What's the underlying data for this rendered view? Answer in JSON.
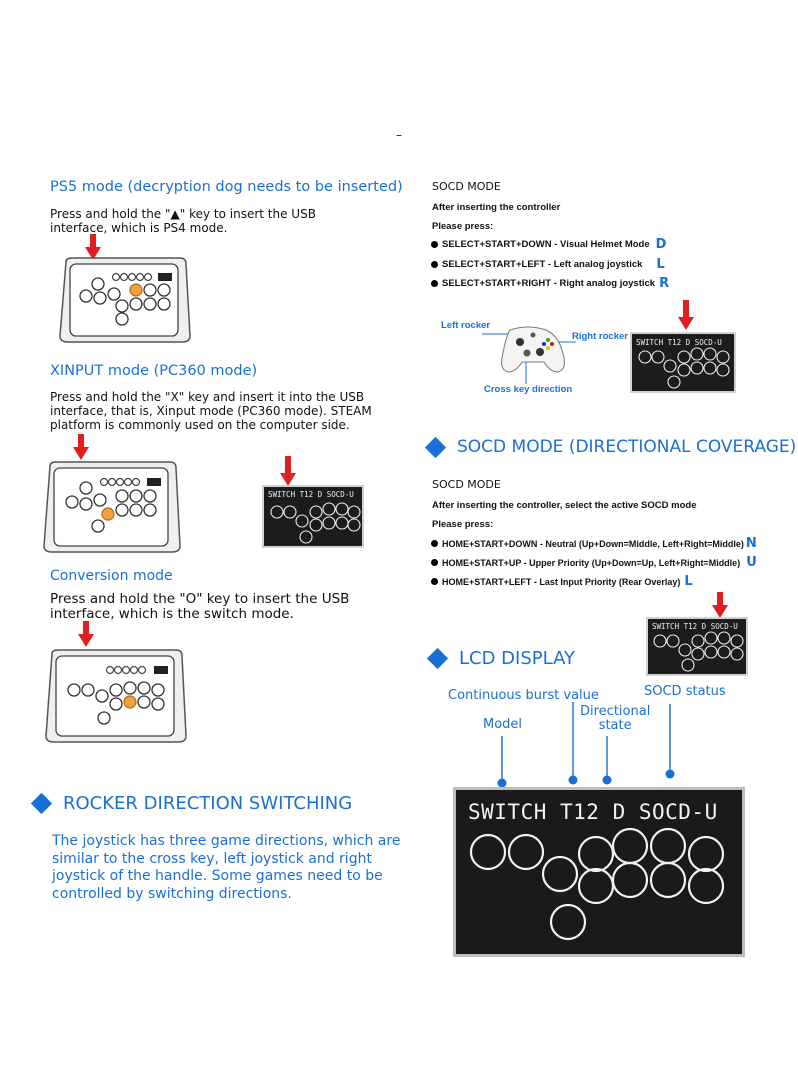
{
  "top_mark": "–",
  "left": {
    "ps5": {
      "title": "PS5 mode (decryption dog needs to be inserted)",
      "desc_line1": "Press and hold the \"▲\" key to insert the USB",
      "desc_line2": "interface, which is PS4 mode."
    },
    "xinput": {
      "title": "XINPUT mode (PC360 mode)",
      "desc_line1": "Press and hold the \"X\" key and insert it into the USB",
      "desc_line2": "interface, that is, Xinput mode (PC360 mode). STEAM",
      "desc_line3": "platform is commonly used on the computer side."
    },
    "conversion": {
      "title": "Conversion mode",
      "desc_line1": "Press and hold the \"O\" key to insert the USB",
      "desc_line2": "interface, which is the switch mode."
    },
    "rocker": {
      "title": "ROCKER DIRECTION SWITCHING",
      "desc_line1": "The joystick has three game directions, which are",
      "desc_line2": "similar to the cross key, left joystick and right",
      "desc_line3": "joystick of the handle. Some games need to be",
      "desc_line4": "controlled by switching directions."
    }
  },
  "right": {
    "socd1": {
      "title": "SOCD MODE",
      "line1": "After inserting the controller",
      "line2": "Please press:",
      "items": [
        {
          "text": "SELECT+START+DOWN - Visual Helmet Mode",
          "letter": "D"
        },
        {
          "text": "SELECT+START+LEFT - Left analog joystick",
          "letter": "L"
        },
        {
          "text": "SELECT+START+RIGHT - Right analog joystick",
          "letter": "R"
        }
      ],
      "labels": {
        "left_rocker": "Left rocker",
        "right_rocker": "Right rocker",
        "cross_key": "Cross key direction"
      }
    },
    "socd2": {
      "heading": "SOCD MODE (DIRECTIONAL COVERAGE)",
      "title": "SOCD MODE",
      "line1": "After inserting the controller, select the active SOCD mode",
      "line2": "Please press:",
      "items": [
        {
          "text": "HOME+START+DOWN - Neutral (Up+Down=Middle, Left+Right=Middle)",
          "letter": "N"
        },
        {
          "text": "HOME+START+UP - Upper Priority (Up+Down=Up, Left+Right=Middle)",
          "letter": "U"
        },
        {
          "text": "HOME+START+LEFT - Last Input Priority (Rear Overlay)",
          "letter": "L"
        }
      ]
    },
    "lcd": {
      "heading": "LCD DISPLAY",
      "burst": "Continuous burst value",
      "socd_status": "SOCD status",
      "model": "Model",
      "directional_line1": "Directional",
      "directional_line2": "state"
    }
  },
  "lcd_screen": {
    "text": "SWITCH T12 D SOCD-U"
  },
  "colors": {
    "accent": "#1a6fd6",
    "arrow": "#e02020",
    "orange_button": "#f0a040"
  }
}
